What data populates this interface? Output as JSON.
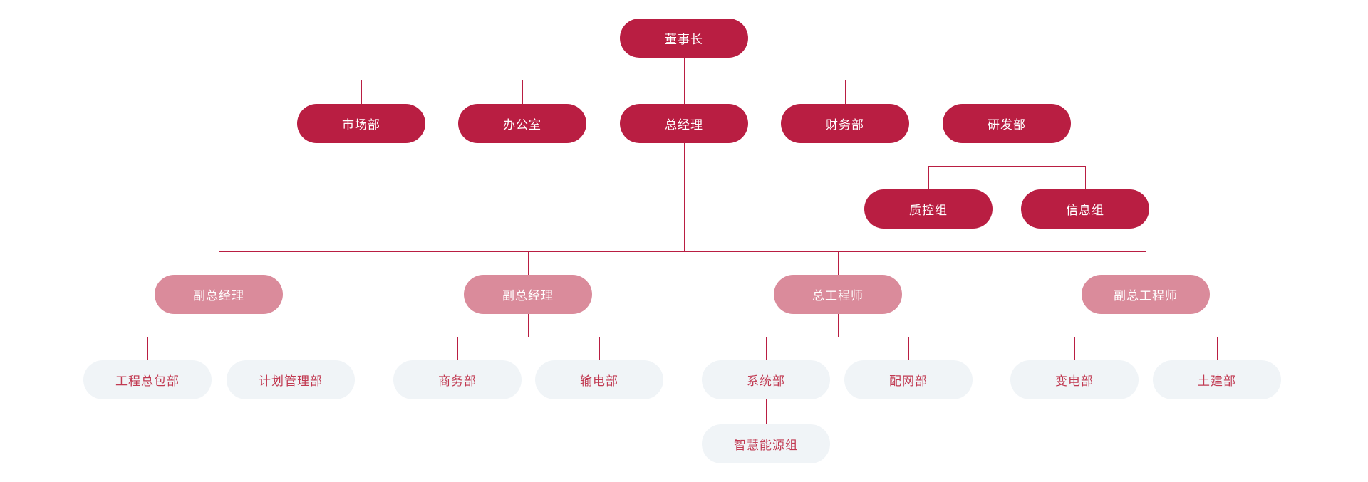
{
  "diagram": {
    "type": "org-chart",
    "colors": {
      "primary": "#b91e42",
      "pink": "#da8b9b",
      "light": "#f0f4f7",
      "light_text": "#c13a52",
      "line": "#b91e42",
      "text_on_fill": "#ffffff"
    },
    "nodes": {
      "chairman": "董事长",
      "marketing": "市场部",
      "office": "办公室",
      "general_manager": "总经理",
      "finance": "财务部",
      "rnd": "研发部",
      "quality_control": "质控组",
      "information": "信息组",
      "deputy_gm_1": "副总经理",
      "deputy_gm_2": "副总经理",
      "chief_engineer": "总工程师",
      "deputy_chief_engineer": "副总工程师",
      "epc": "工程总包部",
      "planning": "计划管理部",
      "commerce": "商务部",
      "transmission": "输电部",
      "system": "系统部",
      "distribution": "配网部",
      "substation": "变电部",
      "civil": "土建部",
      "smart_energy": "智慧能源组"
    },
    "edges": [
      [
        "chairman",
        "marketing"
      ],
      [
        "chairman",
        "office"
      ],
      [
        "chairman",
        "general_manager"
      ],
      [
        "chairman",
        "finance"
      ],
      [
        "chairman",
        "rnd"
      ],
      [
        "rnd",
        "quality_control"
      ],
      [
        "rnd",
        "information"
      ],
      [
        "general_manager",
        "deputy_gm_1"
      ],
      [
        "general_manager",
        "deputy_gm_2"
      ],
      [
        "general_manager",
        "chief_engineer"
      ],
      [
        "general_manager",
        "deputy_chief_engineer"
      ],
      [
        "deputy_gm_1",
        "epc"
      ],
      [
        "deputy_gm_1",
        "planning"
      ],
      [
        "deputy_gm_2",
        "commerce"
      ],
      [
        "deputy_gm_2",
        "transmission"
      ],
      [
        "chief_engineer",
        "system"
      ],
      [
        "chief_engineer",
        "distribution"
      ],
      [
        "deputy_chief_engineer",
        "substation"
      ],
      [
        "deputy_chief_engineer",
        "civil"
      ],
      [
        "system",
        "smart_energy"
      ]
    ]
  }
}
